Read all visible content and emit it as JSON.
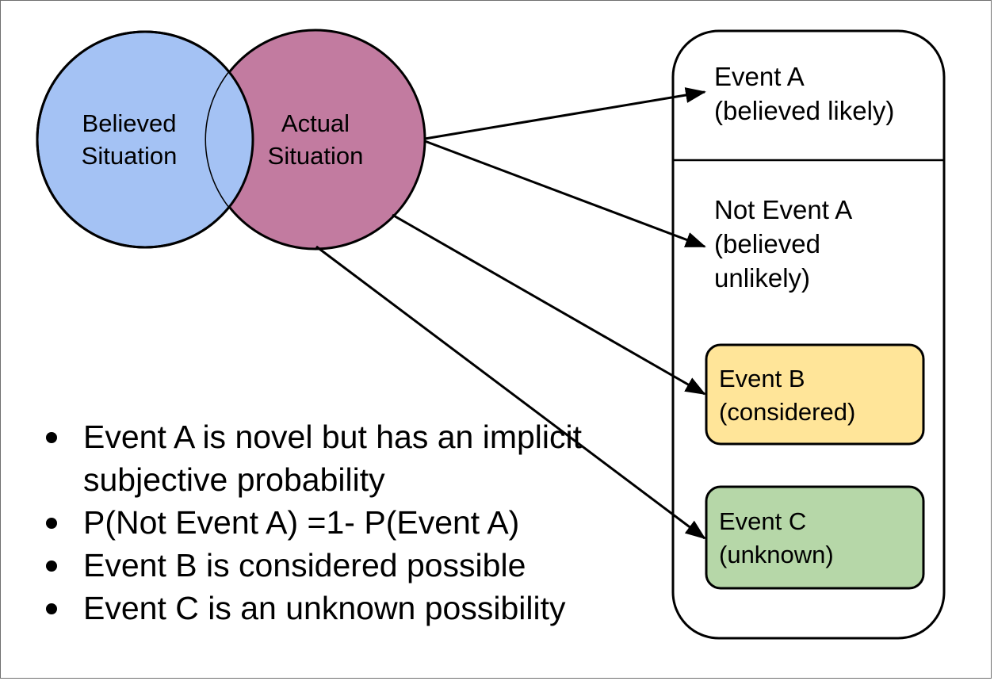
{
  "diagram": {
    "colors": {
      "believed_fill": "#a4c2f4",
      "actual_fill": "#c27ba0",
      "event_b_fill": "#ffe599",
      "event_c_fill": "#b6d7a8",
      "stroke": "#000000"
    },
    "venn": {
      "believed_label": "Believed\nSituation",
      "actual_label": "Actual\nSituation"
    },
    "outcomes": {
      "event_a_label": "Event A\n(believed likely)",
      "not_event_a_label": "Not Event A\n(believed\nunlikely)",
      "event_b_label": "Event B\n(considered)",
      "event_c_label": "Event C\n(unknown)"
    },
    "bullets": [
      "Event A is novel but has an implicit subjective probability",
      "P(Not Event A) =1- P(Event A)",
      "Event B is considered possible",
      "Event C is an unknown possibility"
    ]
  }
}
